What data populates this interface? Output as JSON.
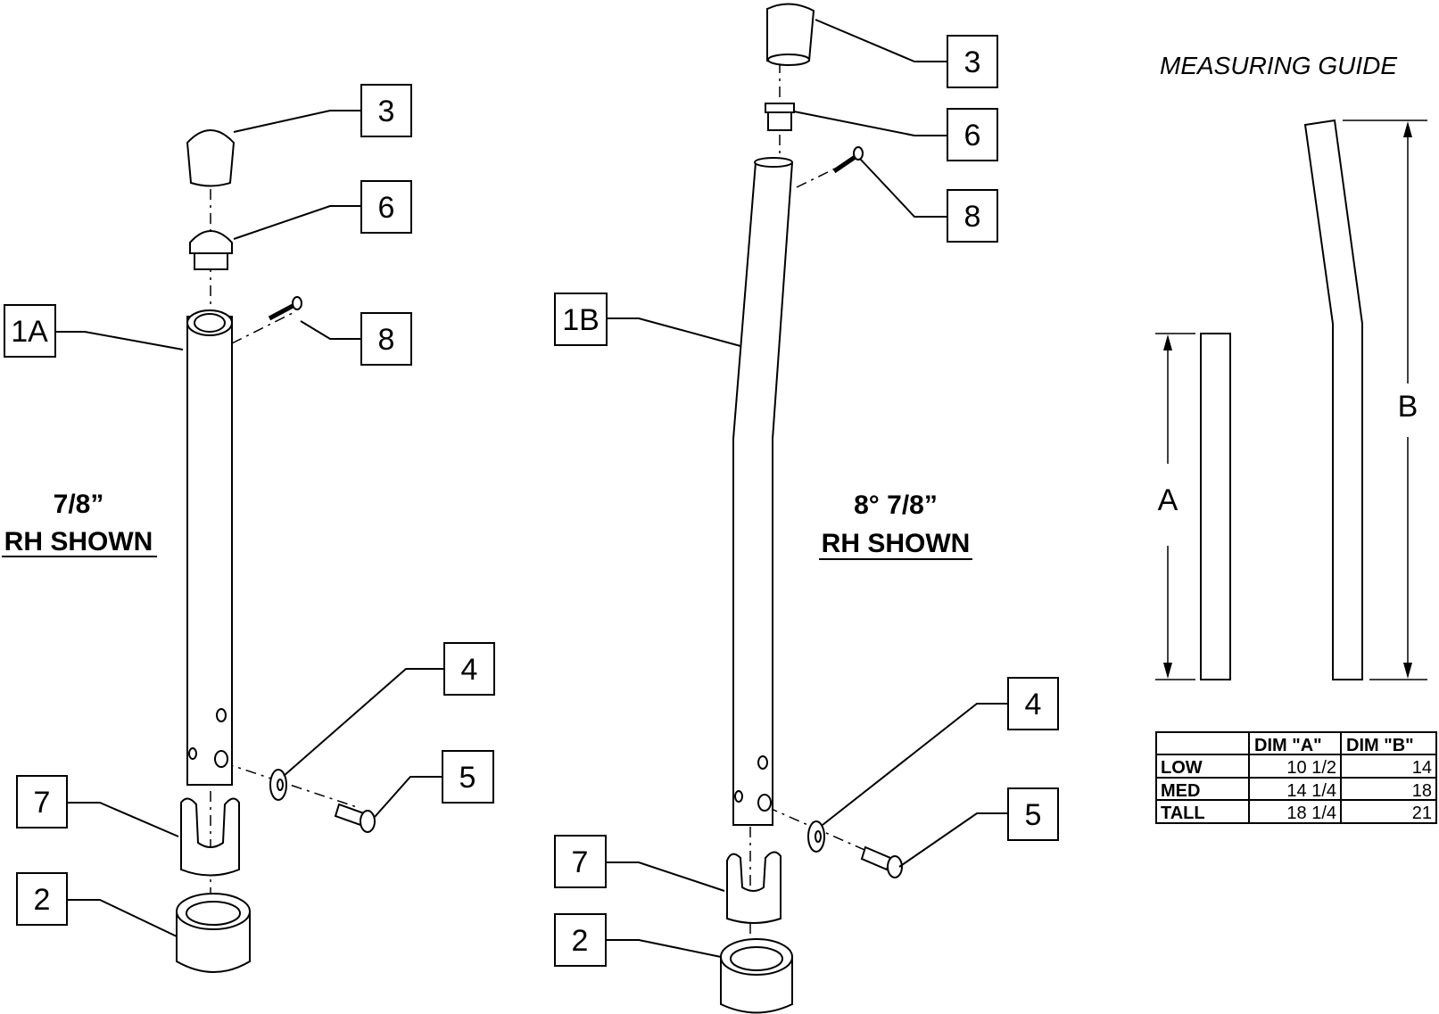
{
  "left_assembly": {
    "callouts": [
      "3",
      "6",
      "1A",
      "8",
      "4",
      "5",
      "7",
      "2"
    ],
    "note_line1": "7/8”",
    "note_line2": "RH SHOWN"
  },
  "right_assembly": {
    "callouts": [
      "3",
      "6",
      "8",
      "1B",
      "4",
      "5",
      "7",
      "2"
    ],
    "note_line1": "8°   7/8”",
    "note_line2": "RH SHOWN"
  },
  "measuring_guide": {
    "title": "MEASURING GUIDE",
    "dim_a_label": "A",
    "dim_b_label": "B"
  },
  "dimension_table": {
    "headers": [
      "",
      "DIM \"A\"",
      "DIM \"B\""
    ],
    "rows": [
      [
        "LOW",
        "10 1/2",
        "14"
      ],
      [
        "MED",
        "14 1/4",
        "18"
      ],
      [
        "TALL",
        "18 1/4",
        "21"
      ]
    ]
  }
}
